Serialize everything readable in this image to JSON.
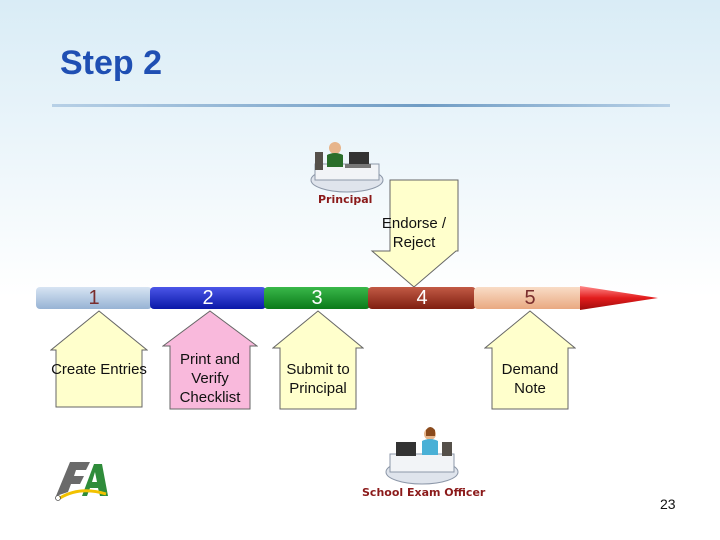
{
  "slide": {
    "title": "Step 2",
    "page_number": "23"
  },
  "timeline": {
    "steps": [
      "1",
      "2",
      "3",
      "4",
      "5"
    ]
  },
  "callouts": {
    "endorse": "Endorse / Reject",
    "create": "Create Entries",
    "print": "Print and Verify Checklist",
    "submit": "Submit to Principal",
    "demand": "Demand Note"
  },
  "people": {
    "principal": "Principal",
    "officer": "School Exam Officer"
  },
  "colors": {
    "title": "#1f4fb3",
    "callout_fill": "#ffffcc",
    "callout_fill_pink": "#f9b9dc",
    "caption": "#8b1a1a"
  }
}
